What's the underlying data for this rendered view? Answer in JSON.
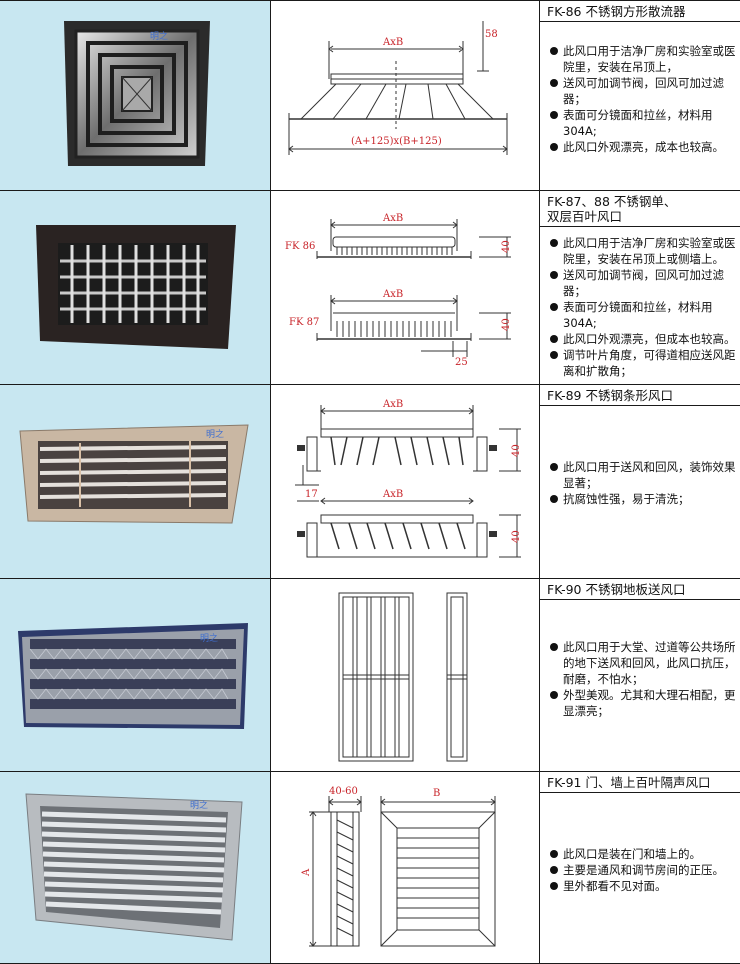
{
  "products": [
    {
      "title": "FK-86 不锈钢方形散流器",
      "bullets": [
        "此风口用于洁净厂房和实验室或医院里，安装在吊顶上，",
        "送风可加调节阀，回风可加过滤器；",
        "表面可分镜面和拉丝，材料用304A;",
        "此风口外观漂亮，成本也较高。"
      ],
      "drawing": {
        "dim_top": "AxB",
        "dim_side": "58",
        "dim_bottom": "(A+125)x(B+125)"
      }
    },
    {
      "title_line1": "FK-87、88 不锈钢单、",
      "title_line2": "双层百叶风口",
      "bullets": [
        "此风口用于洁净厂房和实验室或医院里，安装在吊顶上或侧墙上。",
        "送风可加调节阀，回风可加过滤器；",
        "表面可分镜面和拉丝，材料用304A;",
        "此风口外观漂亮，但成本也较高。",
        "调节叶片角度，可得道相应送风距离和扩散角；"
      ],
      "drawing": {
        "dim_a": "AxB",
        "label_a": "FK 86",
        "h_a": "40",
        "dim_b": "AxB",
        "label_b": "FK 87",
        "h_b": "40",
        "w_b": "25"
      }
    },
    {
      "title": "FK-89 不锈钢条形风口",
      "bullets": [
        "此风口用于送风和回风，装饰效果显著；",
        "抗腐蚀性强，易于清洗；"
      ],
      "drawing": {
        "dim_a": "AxB",
        "h_a": "40",
        "flange": "17",
        "dim_b": "AxB",
        "h_b": "40"
      }
    },
    {
      "title": "FK-90 不锈钢地板送风口",
      "bullets": [
        "此风口用于大堂、过道等公共场所的地下送风和回风，此风口抗压，耐磨，不怕水；",
        "外型美观。尤其和大理石相配，更显漂亮；"
      ],
      "drawing": {}
    },
    {
      "title": "FK-91 门、墙上百叶隔声风口",
      "bullets": [
        "此风口是装在门和墙上的。",
        "主要是通风和调节房间的正压。",
        "里外都看不见对面。"
      ],
      "drawing": {
        "depth": "40-60",
        "width": "B",
        "height": "A"
      }
    }
  ],
  "logo_text": "明之"
}
